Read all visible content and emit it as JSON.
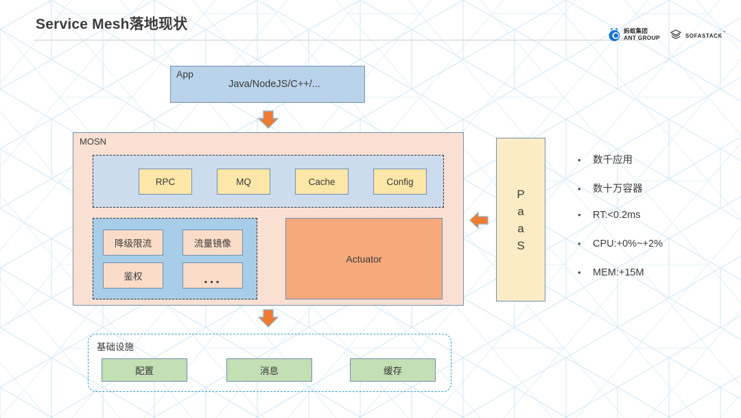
{
  "header": {
    "title": "Service Mesh落地现状",
    "logos": [
      {
        "icon": "ant-group-logo-icon",
        "cn": "蚂蚁集团",
        "en": "ANT GROUP"
      },
      {
        "icon": "sofastack-logo-icon",
        "word": "SOFASTACK",
        "tm": "™"
      }
    ]
  },
  "diagram": {
    "app": {
      "label": "App",
      "languages": "Java/NodeJS/C++/..."
    },
    "mosn": {
      "label": "MOSN",
      "protocols": [
        {
          "label": "RPC"
        },
        {
          "label": "MQ"
        },
        {
          "label": "Cache"
        },
        {
          "label": "Config"
        }
      ],
      "features": [
        {
          "label": "降级限流"
        },
        {
          "label": "流量镜像"
        },
        {
          "label": "鉴权"
        },
        {
          "label": "..."
        }
      ],
      "actuator": {
        "label": "Actuator"
      }
    },
    "paas": {
      "label": "PaaS",
      "letters": [
        "P",
        "a",
        "a",
        "S"
      ]
    },
    "infrastructure": {
      "label": "基础设施",
      "items": [
        {
          "label": "配置"
        },
        {
          "label": "消息"
        },
        {
          "label": "缓存"
        }
      ]
    },
    "arrows": [
      {
        "name": "arrow-app-to-mosn",
        "direction": "down"
      },
      {
        "name": "arrow-mosn-to-infrastructure",
        "direction": "down"
      },
      {
        "name": "arrow-paas-to-mosn",
        "direction": "left"
      }
    ]
  },
  "metrics": {
    "bullet": "•",
    "items": [
      {
        "text": "数千应用"
      },
      {
        "text": "数十万容器"
      },
      {
        "text": "RT:<0.2ms"
      },
      {
        "text": "CPU:+0%~+2%"
      },
      {
        "text": "MEM:+15M"
      }
    ]
  },
  "colors": {
    "app_fill": "#b9d4ea",
    "mosn_fill": "#fae0d2",
    "protocol_band_fill": "#ccdcee",
    "protocol_chip_fill": "#fce6a8",
    "feature_band_fill": "#a8cde8",
    "feature_chip_fill": "#fadcc8",
    "actuator_fill": "#f6a97c",
    "paas_fill": "#fcecc6",
    "infra_chip_fill": "#c3dfb4",
    "infra_border": "#2e9ec9",
    "box_border": "#6f8db0",
    "arrow_orange": "#ef7b30",
    "title_color": "#3c3c3c",
    "background_pattern": "#cfe6f5"
  }
}
